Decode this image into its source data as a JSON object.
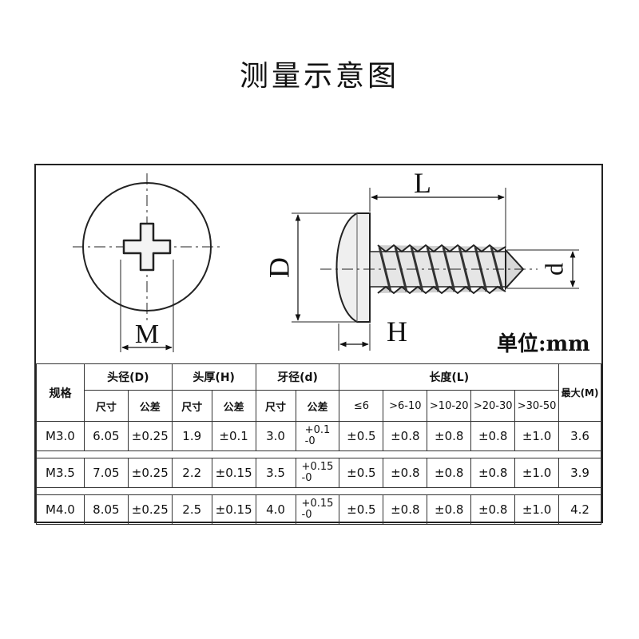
{
  "title": "测量示意图",
  "labels": {
    "M": "M",
    "L": "L",
    "D": "D",
    "d": "d",
    "H": "H"
  },
  "unit_label": "单位:mm",
  "table": {
    "spec_header": "规格",
    "group_headers": [
      "头径(D)",
      "头厚(H)",
      "牙径(d)",
      "长度(L)"
    ],
    "max_header": "最大(M)",
    "sub_headers": [
      "尺寸",
      "公差",
      "尺寸",
      "公差",
      "尺寸",
      "公差"
    ],
    "length_ranges": [
      "≤6",
      ">6-10",
      ">10-20",
      ">20-30",
      ">30-50"
    ],
    "rows": [
      {
        "spec": "M3.0",
        "head_d": "6.05",
        "head_d_tol": "±0.25",
        "head_h": "1.9",
        "head_h_tol": "±0.1",
        "thread_d": "3.0",
        "thread_tol_plus": "+0.1",
        "thread_tol_minus": "-0",
        "len_tol": [
          "±0.5",
          "±0.8",
          "±0.8",
          "±0.8",
          "±1.0"
        ],
        "max_m": "3.6"
      },
      {
        "spec": "M3.5",
        "head_d": "7.05",
        "head_d_tol": "±0.25",
        "head_h": "2.2",
        "head_h_tol": "±0.15",
        "thread_d": "3.5",
        "thread_tol_plus": "+0.15",
        "thread_tol_minus": "-0",
        "len_tol": [
          "±0.5",
          "±0.8",
          "±0.8",
          "±0.8",
          "±1.0"
        ],
        "max_m": "3.9"
      },
      {
        "spec": "M4.0",
        "head_d": "8.05",
        "head_d_tol": "±0.25",
        "head_h": "2.5",
        "head_h_tol": "±0.15",
        "thread_d": "4.0",
        "thread_tol_plus": "+0.15",
        "thread_tol_minus": "-0",
        "len_tol": [
          "±0.5",
          "±0.8",
          "±0.8",
          "±0.8",
          "±1.0"
        ],
        "max_m": "4.2"
      }
    ]
  }
}
